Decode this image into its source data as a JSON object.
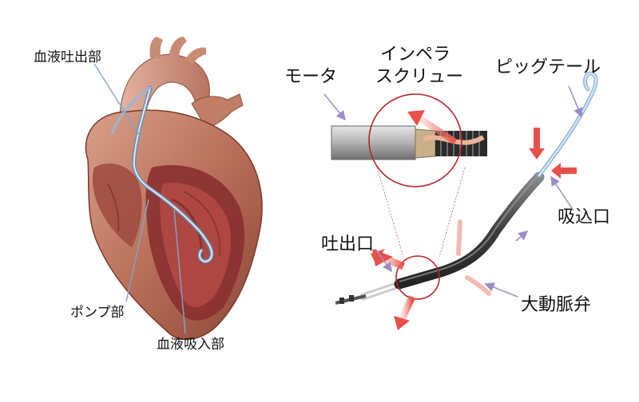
{
  "heart_labels": {
    "outlet": "血液吐出部",
    "pump": "ポンプ部",
    "inlet": "血液吸入部"
  },
  "device_labels": {
    "impeller_line1": "インペラ",
    "impeller_line2": "スクリュー",
    "motor": "モータ",
    "pigtail": "ピッグテール",
    "suction_port": "吸込口",
    "discharge_port": "吐出口",
    "aortic_valve": "大動脈弁"
  },
  "colors": {
    "arrow_red": "#e8504a",
    "callout_purple": "#9a8ec4",
    "circle_red": "#b3262a",
    "pointer_blue": "#7aa6cf",
    "catheter_blue": "#a8c6e6"
  },
  "icons": [
    "heart-illustration",
    "impella-pump-device",
    "flow-arrow"
  ]
}
